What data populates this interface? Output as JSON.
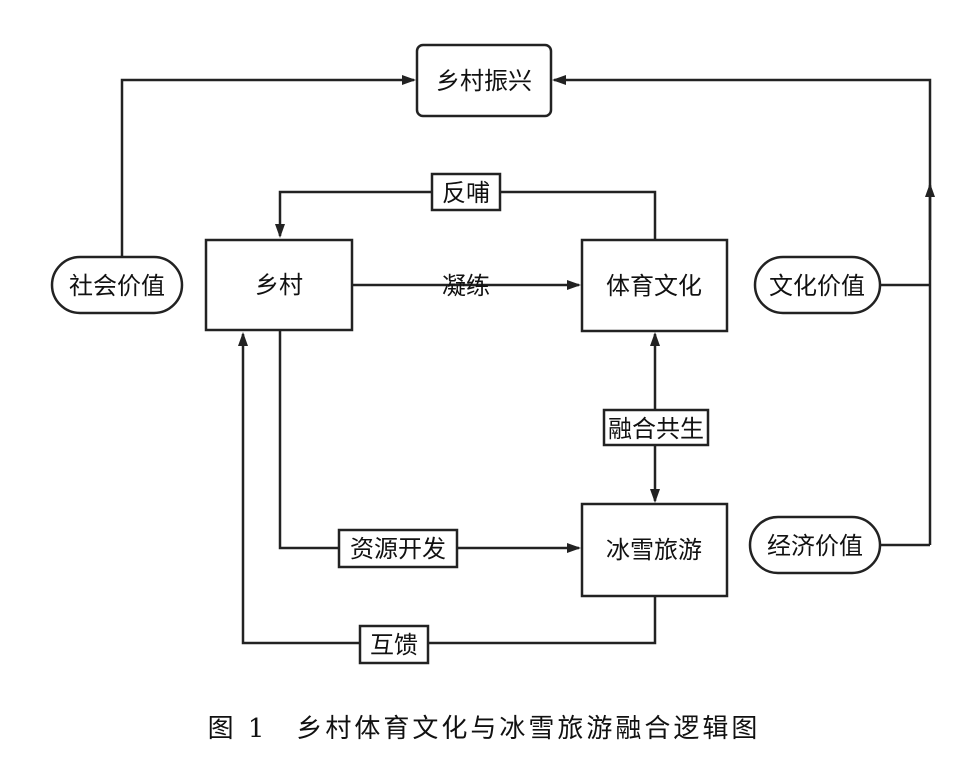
{
  "nodes": {
    "rural_revival": "乡村振兴",
    "rural": "乡村",
    "sports_culture": "体育文化",
    "ice_snow_tourism": "冰雪旅游",
    "social_value": "社会价值",
    "cultural_value": "文化价值",
    "economic_value": "经济价值"
  },
  "edges": {
    "feedback": "反哺",
    "refine": "凝练",
    "symbiosis": "融合共生",
    "resource_dev": "资源开发",
    "mutual_feed": "互馈"
  },
  "caption": "图 1　乡村体育文化与冰雪旅游融合逻辑图"
}
